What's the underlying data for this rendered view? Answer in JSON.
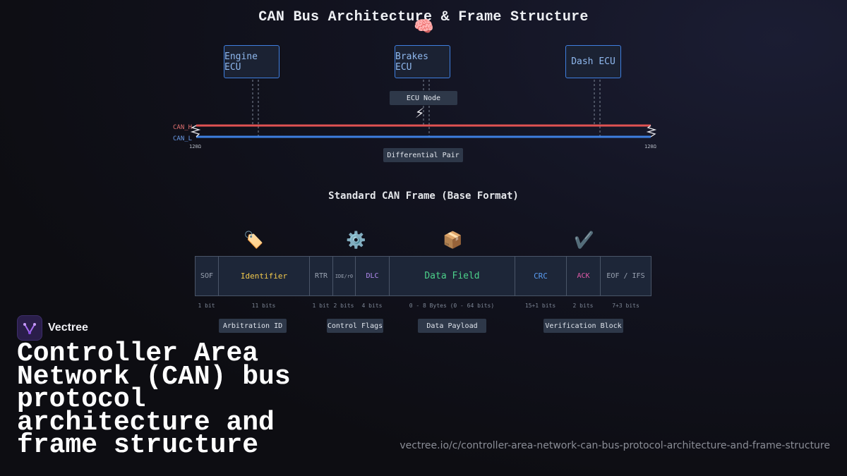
{
  "diagram_title": "CAN Bus Architecture & Frame Structure",
  "architecture": {
    "ecus": [
      "Engine ECU",
      "Brakes ECU",
      "Dash ECU"
    ],
    "ecu_callout": "ECU Node",
    "ecu_callout_icon": "brain-icon",
    "bus_icon": "lightning-icon",
    "bus_callout": "Differential Pair",
    "can_h_label": "CAN_H",
    "can_l_label": "CAN_L",
    "term_left": "120Ω",
    "term_right": "120Ω",
    "colors": {
      "can_h": "#e05252",
      "can_l": "#3d7fe0",
      "ecu_border": "#3f7fe0"
    }
  },
  "frame": {
    "title": "Standard CAN Frame (Base Format)",
    "fields": [
      {
        "label": "SOF",
        "bits": "1 bit",
        "color": "#9aa3b2"
      },
      {
        "label": "Identifier",
        "bits": "11 bits",
        "color": "#f2c94c"
      },
      {
        "label": "RTR",
        "bits": "1 bit",
        "color": "#9aa3b2"
      },
      {
        "label": "IDE/r0",
        "bits": "2 bits",
        "color": "#9aa3b2"
      },
      {
        "label": "DLC",
        "bits": "4 bits",
        "color": "#b48cf2"
      },
      {
        "label": "Data Field",
        "bits": "0 - 8 Bytes (0 - 64 bits)",
        "color": "#4cd08a"
      },
      {
        "label": "CRC",
        "bits": "15+1 bits",
        "color": "#5a9cf2"
      },
      {
        "label": "ACK",
        "bits": "2 bits",
        "color": "#e05aa8"
      },
      {
        "label": "EOF / IFS",
        "bits": "7+3 bits",
        "color": "#9aa3b2"
      }
    ],
    "groups": [
      "Arbitration ID",
      "Control Flags",
      "Data Payload",
      "Verification Block"
    ],
    "group_icons": [
      "tag-icon",
      "gear-icon",
      "package-icon",
      "checkmark-icon"
    ]
  },
  "brand": {
    "name": "Vectree"
  },
  "headline": "Controller Area Network (CAN) bus protocol architecture and frame structure",
  "url": "vectree.io/c/controller-area-network-can-bus-protocol-architecture-and-frame-structure"
}
